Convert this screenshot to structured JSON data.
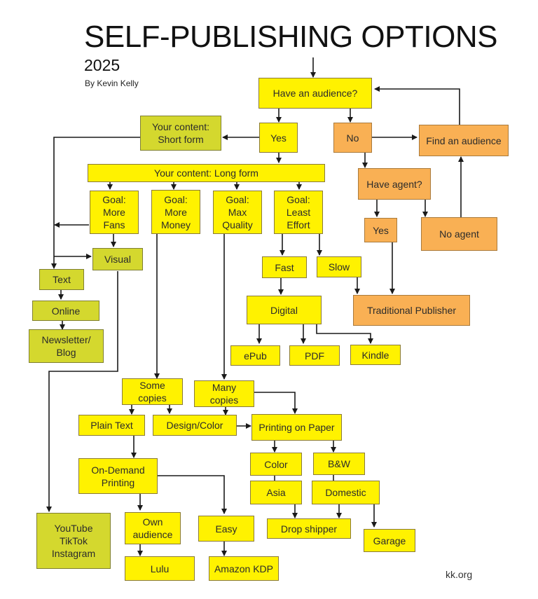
{
  "header": {
    "title": "SELF-PUBLISHING OPTIONS",
    "year": "2025",
    "byline": "By Kevin Kelly"
  },
  "footer": {
    "site": "kk.org"
  },
  "colors": {
    "yellow": "#fff200",
    "green_yellow": "#d4d82e",
    "orange": "#f9b054",
    "line": "#1a1a1a"
  },
  "nodes": {
    "have_audience": "Have an audience?",
    "yes": "Yes",
    "no": "No",
    "find_audience": "Find an audience",
    "short_form": "Your content:\nShort form",
    "long_form": "Your content: Long form",
    "have_agent": "Have agent?",
    "agent_yes": "Yes",
    "no_agent": "No agent",
    "goal_fans": "Goal:\nMore\nFans",
    "goal_money": "Goal:\nMore\nMoney",
    "goal_quality": "Goal:\nMax\nQuality",
    "goal_effort": "Goal:\nLeast\nEffort",
    "visual": "Visual",
    "text": "Text",
    "online": "Online",
    "newsletter": "Newsletter/\nBlog",
    "fast": "Fast",
    "slow": "Slow",
    "traditional": "Traditional Publisher",
    "digital": "Digital",
    "epub": "ePub",
    "pdf": "PDF",
    "kindle": "Kindle",
    "some_copies": "Some\ncopies",
    "many_copies": "Many\ncopies",
    "plain_text": "Plain Text",
    "design_color": "Design/Color",
    "printing_paper": "Printing on Paper",
    "on_demand": "On-Demand\nPrinting",
    "color": "Color",
    "bw": "B&W",
    "asia": "Asia",
    "domestic": "Domestic",
    "drop_shipper": "Drop shipper",
    "garage": "Garage",
    "social": "YouTube\nTikTok\nInstagram",
    "own_audience": "Own\naudience",
    "easy": "Easy",
    "lulu": "Lulu",
    "amazon_kdp": "Amazon KDP"
  }
}
